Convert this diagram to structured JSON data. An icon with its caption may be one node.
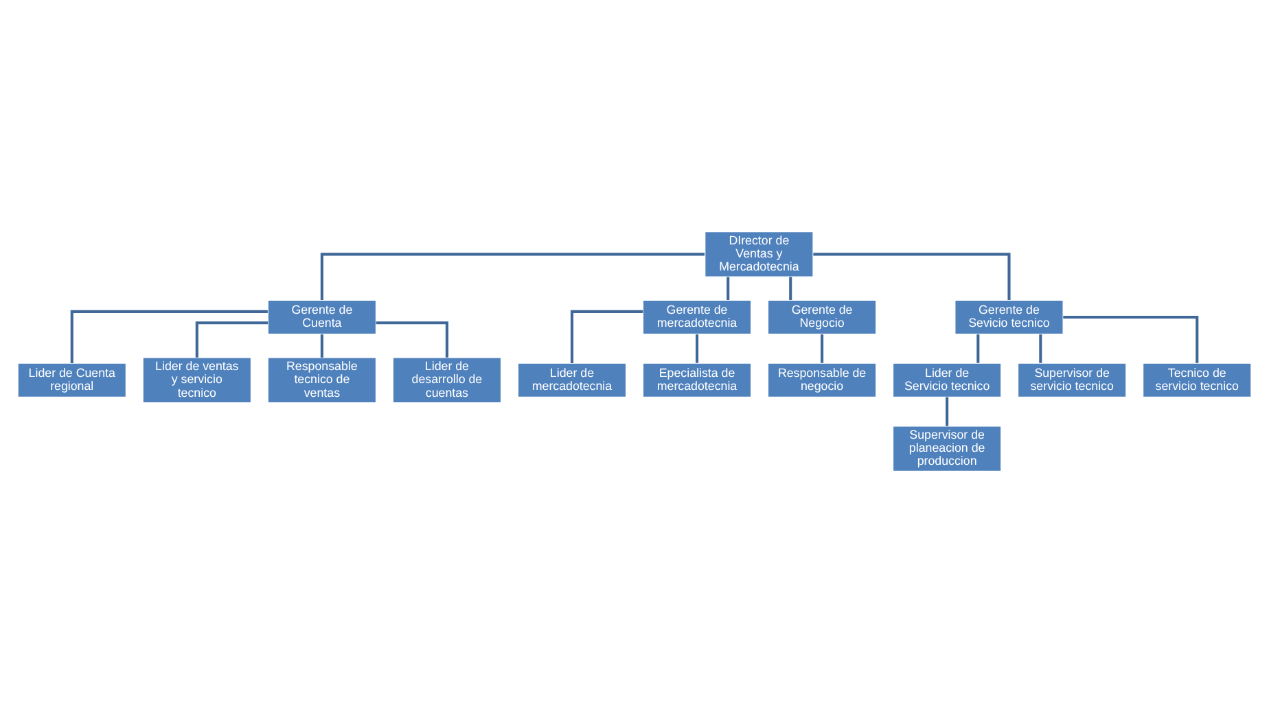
{
  "diagram": {
    "nodes": [
      {
        "text": [
          "DIrector de Ventas y Mercadotecnia"
        ]
      },
      {
        "text": [
          "Gerente de Cuenta"
        ]
      },
      {
        "text": [
          "Gerente de mercadotecnia"
        ]
      },
      {
        "text": [
          "Gerente de Negocio"
        ]
      },
      {
        "text": [
          "Gerente de Sevicio tecnico"
        ]
      },
      {
        "text": [
          "Lider de Cuenta regional"
        ]
      },
      {
        "text": [
          "Lider de ventas y servicio tecnico"
        ]
      },
      {
        "text": [
          "Responsable tecnico de ventas"
        ]
      },
      {
        "text": [
          "Lider de desarrollo de cuentas"
        ]
      },
      {
        "text": [
          "Lider de mercadotecnia"
        ]
      },
      {
        "text": [
          "Epecialista de mercadotecnia"
        ]
      },
      {
        "text": [
          "Responsable de negocio"
        ]
      },
      {
        "text": [
          "Lider de Servicio tecnico"
        ]
      },
      {
        "text": [
          "Supervisor de servicio tecnico"
        ]
      },
      {
        "text": [
          "Tecnico de servicio tecnico"
        ]
      },
      {
        "text": [
          "Supervisor de planeacion de produccion"
        ]
      }
    ],
    "edges": [
      {
        "from": 0,
        "to": 1,
        "arrow": "none"
      },
      {
        "from": 0,
        "to": 2,
        "arrow": "none"
      },
      {
        "from": 0,
        "to": 3,
        "arrow": "none"
      },
      {
        "from": 0,
        "to": 4,
        "arrow": "none"
      },
      {
        "from": 1,
        "to": 5,
        "arrow": "none"
      },
      {
        "from": 1,
        "to": 6,
        "arrow": "none"
      },
      {
        "from": 1,
        "to": 7,
        "arrow": "none"
      },
      {
        "from": 1,
        "to": 8,
        "arrow": "none"
      },
      {
        "from": 2,
        "to": 9,
        "arrow": "none"
      },
      {
        "from": 2,
        "to": 10,
        "arrow": "none"
      },
      {
        "from": 3,
        "to": 11,
        "arrow": "none"
      },
      {
        "from": 4,
        "to": 12,
        "arrow": "none"
      },
      {
        "from": 4,
        "to": 13,
        "arrow": "none"
      },
      {
        "from": 4,
        "to": 14,
        "arrow": "none"
      },
      {
        "from": 12,
        "to": 15,
        "arrow": "none"
      }
    ]
  }
}
